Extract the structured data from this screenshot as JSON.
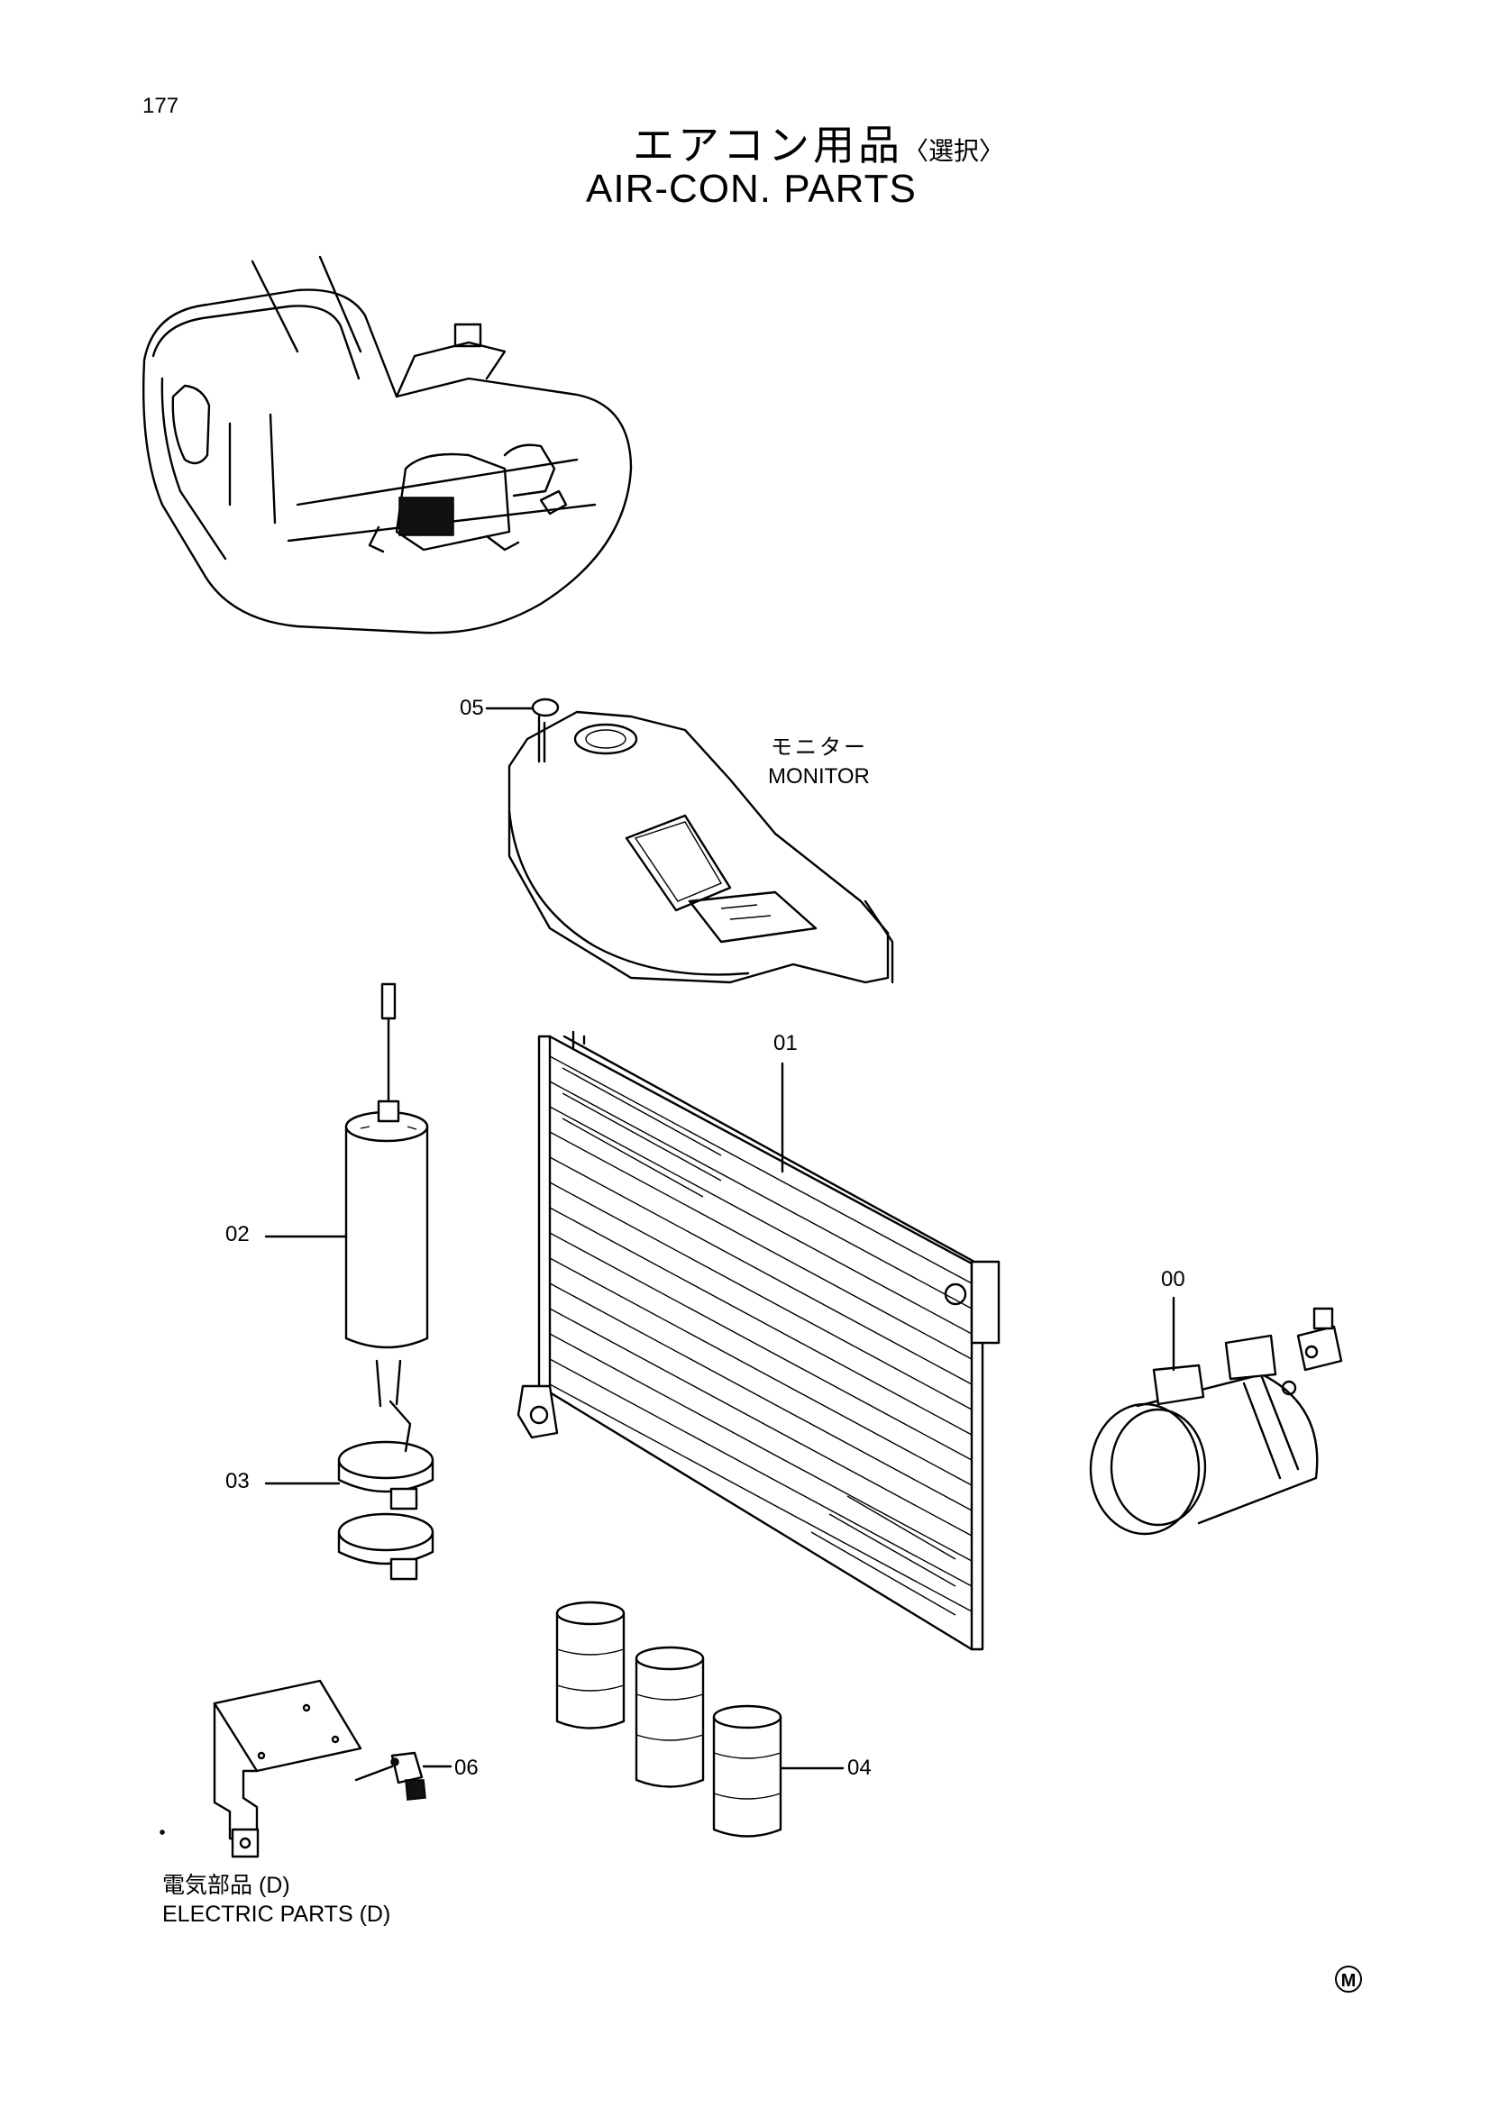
{
  "header": {
    "page_number": "177",
    "title_jp": "エアコン用品",
    "title_jp_note": "〈選択〉",
    "title_en": "AIR-CON. PARTS"
  },
  "labels": {
    "monitor_jp": "モニター",
    "monitor_en": "MONITOR",
    "electric_jp": "電気部品 (D)",
    "electric_en": "ELECTRIC PARTS (D)"
  },
  "callouts": {
    "c00": "00",
    "c01": "01",
    "c02": "02",
    "c03": "03",
    "c04": "04",
    "c05": "05",
    "c06": "06"
  },
  "footer": {
    "mark": "M"
  },
  "icons": [
    "excavator-illustration",
    "monitor-panel-illustration",
    "receiver-drier-illustration",
    "hose-clamps-illustration",
    "condenser-illustration",
    "compressor-illustration",
    "filter-cartridges-illustration",
    "bracket-illustration",
    "relay-illustration"
  ]
}
